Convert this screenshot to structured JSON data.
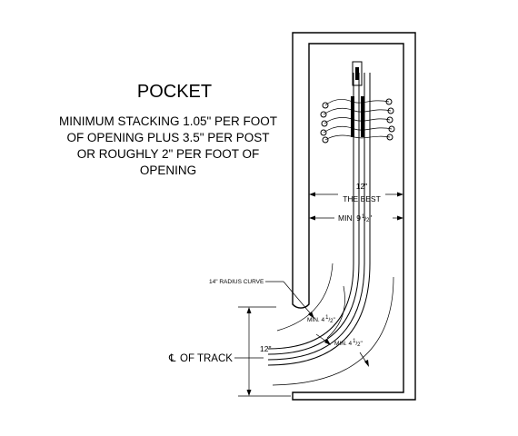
{
  "title": "POCKET",
  "note": {
    "lines": [
      "MINIMUM STACKING 1.05\" PER FOOT",
      "OF OPENING PLUS 3.5\" PER POST",
      "OR ROUGHLY 2\" PER FOOT OF",
      "OPENING"
    ]
  },
  "dimensions": {
    "best_width_value": "12\"",
    "best_width_label": "THE BEST",
    "min_width_prefix": "MIN. 9",
    "min_width_frac_num": "1",
    "min_width_frac_den": "2",
    "min_width_suffix": "\"",
    "radius_label": "14\" RADIUS CURVE",
    "curve_min_1_prefix": "MIN. 4",
    "curve_min_1_frac_num": "1",
    "curve_min_1_frac_den": "2",
    "curve_min_1_suffix": "\"",
    "curve_min_2_prefix": "MIN. 4",
    "curve_min_2_frac_num": "1",
    "curve_min_2_frac_den": "2",
    "curve_min_2_suffix": "\"",
    "side_value": "12\""
  },
  "centerline": {
    "symbol": "℄",
    "label": "OF TRACK"
  }
}
